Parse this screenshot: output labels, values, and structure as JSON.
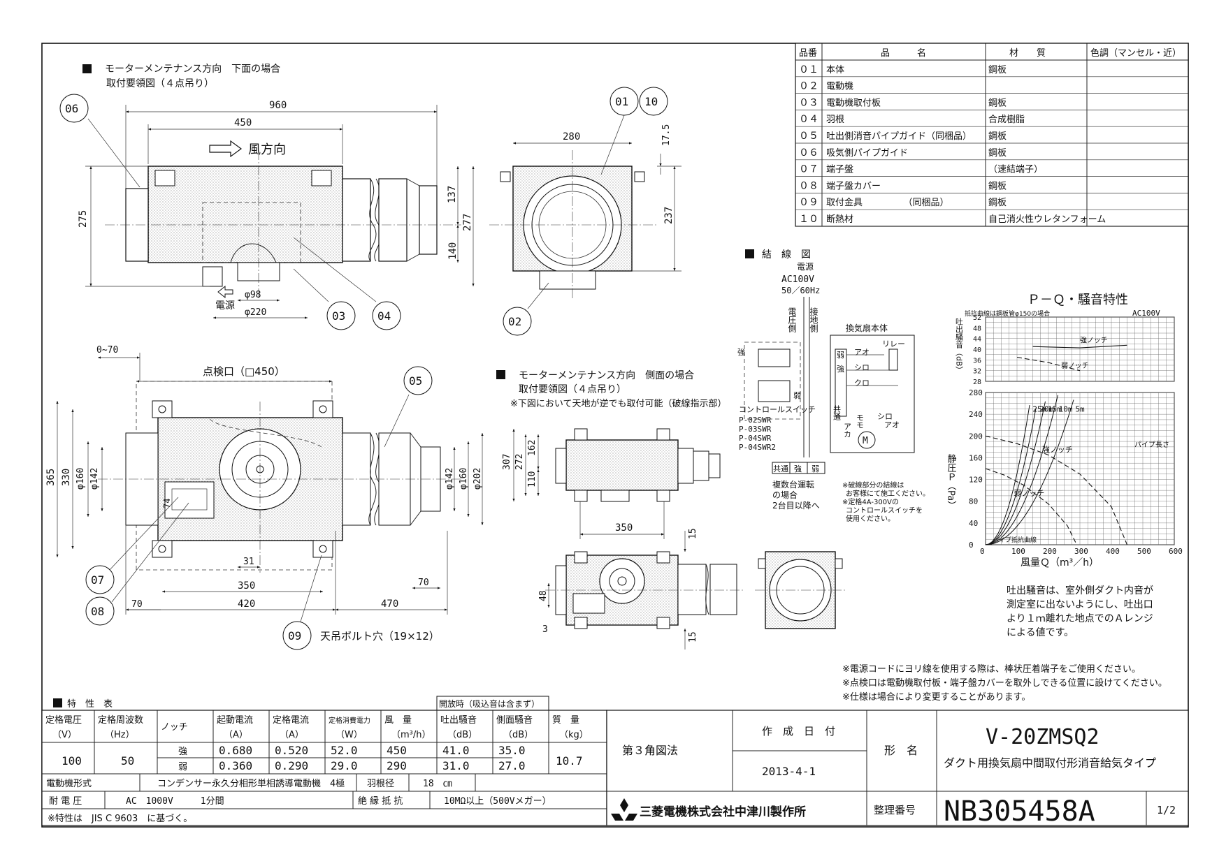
{
  "drawing": {
    "view1": {
      "title1": "モーターメンテナンス方向　下面の場合",
      "title2": "取付要領図（４点吊り）",
      "airflow": "風方向",
      "power": "電源",
      "dims": {
        "d960": "960",
        "d450": "450",
        "d275": "275",
        "d137": "137",
        "d277": "277",
        "d140": "140",
        "d98": "φ98",
        "d220": "φ220"
      }
    },
    "view2": {
      "dims": {
        "d280": "280",
        "d17": "17.5",
        "d237": "237"
      }
    },
    "view3": {
      "dims": {
        "d070": "0~70",
        "inspect": "点検口（□450）",
        "d365": "365",
        "d330": "330",
        "d160a": "φ160",
        "d142a": "φ142",
        "d142b": "φ142",
        "d160b": "φ160",
        "d202": "φ202",
        "d74": "74",
        "d31": "31",
        "d350": "350",
        "d420": "420",
        "d70a": "70",
        "d70b": "70",
        "d470": "470"
      },
      "bolt": "天吊ボルト穴（19×12）"
    },
    "view4": {
      "title1": "モーターメンテナンス方向　側面の場合",
      "title2": "取付要領図（４点吊り）",
      "note": "※下図において天地が逆でも取付可能（破線指示部）",
      "dims": {
        "d307": "307",
        "d272": "272",
        "d162": "162",
        "d110": "110",
        "d350": "350",
        "d15a": "15",
        "d48": "48",
        "d3": "3",
        "d15b": "15"
      }
    },
    "callouts": [
      "06",
      "01",
      "10",
      "03",
      "04",
      "02",
      "05",
      "07",
      "08",
      "09"
    ]
  },
  "parts": {
    "headers": [
      "品番",
      "品　　　名",
      "材　　質",
      "色調（マンセル・近）"
    ],
    "rows": [
      {
        "no": "０１",
        "name": "本体",
        "mat": "鋼板",
        "color": ""
      },
      {
        "no": "０２",
        "name": "電動機",
        "mat": "",
        "color": ""
      },
      {
        "no": "０３",
        "name": "電動機取付板",
        "mat": "鋼板",
        "color": ""
      },
      {
        "no": "０４",
        "name": "羽根",
        "mat": "合成樹脂",
        "color": ""
      },
      {
        "no": "０５",
        "name": "吐出側消音パイプガイド（同梱品）",
        "mat": "鋼板",
        "color": ""
      },
      {
        "no": "０６",
        "name": "吸気側パイプガイド",
        "mat": "鋼板",
        "color": ""
      },
      {
        "no": "０７",
        "name": "端子盤",
        "mat": "（速結端子）",
        "color": ""
      },
      {
        "no": "０８",
        "name": "端子盤カバー",
        "mat": "鋼板",
        "color": ""
      },
      {
        "no": "０９",
        "name": "取付金具　　　　　（同梱品）",
        "mat": "鋼板",
        "color": ""
      },
      {
        "no": "１０",
        "name": "断熱材",
        "mat": "自己消火性ウレタンフォーム",
        "color": ""
      }
    ]
  },
  "wiring": {
    "title": "結　線　図",
    "power": "電源",
    "voltage": "AC100V",
    "freq": "50／60Hz",
    "v_side": "電圧側",
    "g_side": "接地側",
    "unit": "換気扇本体",
    "relay": "リレー",
    "strong": "強",
    "weak": "弱",
    "weak2": "弱",
    "strong2": "強",
    "common": "共通",
    "ao": "アオ",
    "shiro": "シロ",
    "kuro": "クロ",
    "momo": "モモ",
    "aka": "アカ",
    "shiro2": "シロ",
    "ao2": "アオ",
    "motor": "M",
    "switch": "コントロールスイッチ",
    "models": [
      "P-02SWR",
      "P-03SWR",
      "P-04SWR",
      "P-04SWR2"
    ],
    "term_common": "共通",
    "term_strong": "強",
    "term_weak": "弱",
    "multi": [
      "複数台運転",
      "の場合",
      "2台目以降へ"
    ],
    "notes": [
      "※破線部分の結線は",
      "お客様にて施工ください。",
      "※定格4A-300Vの",
      "コントロールスイッチを",
      "使用ください。"
    ]
  },
  "chart_data": {
    "type": "line",
    "title": "Ｐ－Ｑ・騒音特性",
    "subtitle": "抵抗曲線は鋼板管φ150の場合",
    "supply": "AC100V",
    "xlabel": "風量Ｑ（m³／h）",
    "ylabel": "静圧Ｐ（Pa）",
    "ylabel_noise": "吐出騒音（dB）",
    "x_ticks": [
      0,
      100,
      200,
      300,
      400,
      500,
      600
    ],
    "y_ticks": [
      0,
      40,
      80,
      120,
      160,
      200,
      240,
      280
    ],
    "noise_ticks": [
      28,
      32,
      36,
      40,
      44,
      48,
      52
    ],
    "xlim": [
      0,
      600
    ],
    "ylim": [
      0,
      280
    ],
    "noise_lim": [
      28,
      52
    ],
    "pq_series": [
      {
        "name": "強ノッチ",
        "style": "dashed",
        "x": [
          0,
          100,
          200,
          300,
          400,
          450
        ],
        "y": [
          200,
          186,
          165,
          130,
          70,
          0
        ]
      },
      {
        "name": "弱ノッチ",
        "style": "dashed",
        "x": [
          0,
          60,
          120,
          200,
          260,
          290
        ],
        "y": [
          140,
          128,
          110,
          75,
          35,
          0
        ]
      }
    ],
    "noise_series": [
      {
        "name": "強ノッチ",
        "style": "solid",
        "x": [
          150,
          300,
          450
        ],
        "y": [
          41,
          40.5,
          41.5
        ]
      },
      {
        "name": "弱ノッチ",
        "style": "dashed",
        "x": [
          100,
          200,
          300
        ],
        "y": [
          37,
          35,
          32
        ]
      }
    ],
    "resistance_curves": [
      {
        "name": "25m",
        "k": 0.0131
      },
      {
        "name": "20m",
        "k": 0.0098
      },
      {
        "name": "15m",
        "k": 0.0073
      },
      {
        "name": "10m",
        "k": 0.0052
      },
      {
        "name": "5m",
        "k": 0.0034
      }
    ],
    "resistance_label": "パイプ長さ",
    "min_label": "パイプ抵抗曲線",
    "label_strong": "強ノッチ",
    "label_weak": "弱ノッチ",
    "label_strong_n": "強ノッチ",
    "label_weak_n": "弱ノッチ"
  },
  "noise_note": [
    "吐出騒音は、室外側ダクト内音が",
    "測定室に出ないようにし、吐出口",
    "より１ｍ離れた地点でのＡレンジ",
    "による値です。"
  ],
  "bottom_notes": [
    "※電源コードにヨリ線を使用する際は、棒状圧着端子をご使用ください。",
    "※点検口は電動機取付板・端子盤カバーを取外しできる位置に設けてください。",
    "※仕様は場合により変更することがあります。"
  ],
  "spec": {
    "title": "特　性　表",
    "open_note": "開放時（吸込音は含まず）",
    "headers": [
      [
        "定格電圧",
        "（V）"
      ],
      [
        "定格周波数",
        "（Hz）"
      ],
      [
        "ノッチ",
        ""
      ],
      [
        "起動電流",
        "（A）"
      ],
      [
        "定格電流",
        "（A）"
      ],
      [
        "定格消費電力",
        "（W）"
      ],
      [
        "風　量",
        "（m³/h）"
      ],
      [
        "吐出騒音",
        "（dB）"
      ],
      [
        "側面騒音",
        "（dB）"
      ],
      [
        "質　量",
        "（kg）"
      ]
    ],
    "voltage": "100",
    "freq": "50",
    "mass": "10.7",
    "rows": [
      {
        "notch": "強",
        "start": "0.680",
        "rated": "0.520",
        "power": "52.0",
        "flow": "450",
        "out": "41.0",
        "side": "35.0"
      },
      {
        "notch": "弱",
        "start": "0.360",
        "rated": "0.290",
        "power": "29.0",
        "flow": "290",
        "out": "31.0",
        "side": "27.0"
      }
    ],
    "motor_label": "電動機形式",
    "motor": "コンデンサー永久分相形単相誘導電動機　4極",
    "blade_label": "羽根径",
    "blade": "18　㎝",
    "withstand_label": "耐 電 圧",
    "withstand": "AC　1000V　　　1分間",
    "insul_label": "絶 縁 抵 抗",
    "insul": "10MΩ以上（500Vメガー）",
    "footnote": "※特性は　JIS C 9603　に基づく。"
  },
  "titleblock": {
    "projection": "第３角図法",
    "date_label": "作　成　日　付",
    "date": "2013-4-1",
    "model_label": "形　名",
    "model": "V-20ZMSQ2",
    "desc": "ダクト用換気扇中間取付形消音給気タイプ",
    "company": "三菱電機株式会社中津川製作所",
    "docno_label": "整理番号",
    "docno": "NB305458A",
    "sheet": "1/2"
  }
}
